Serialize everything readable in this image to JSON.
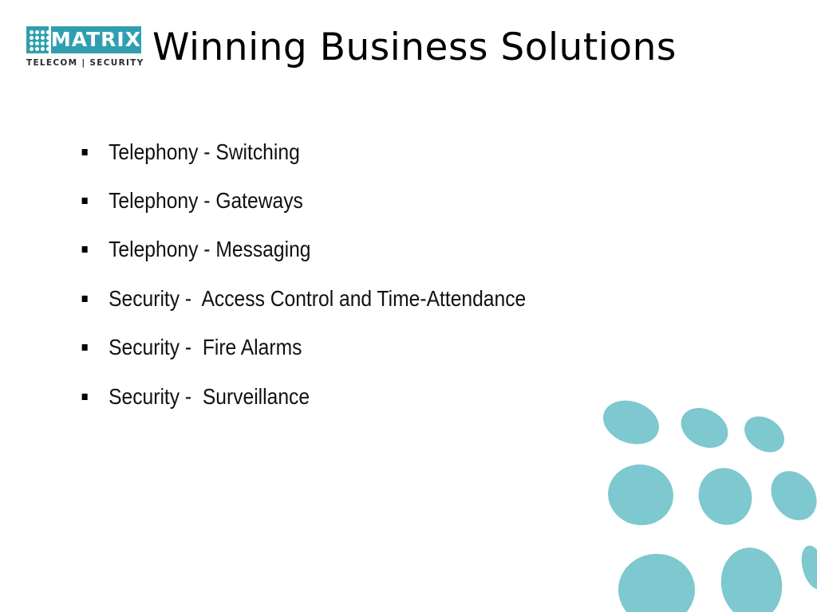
{
  "logo": {
    "brand": "MATRIX",
    "tagline": "TELECOM | SECURITY",
    "brand_color": "#2f9fb0"
  },
  "slide": {
    "title": "Winning Business Solutions",
    "bullets": [
      "Telephony - Switching",
      "Telephony - Gateways",
      "Telephony - Messaging",
      "Security -  Access Control and Time-Attendance",
      "Security -  Fire Alarms",
      "Security -  Surveillance"
    ]
  },
  "decoration": {
    "dot_color": "#7ec8cf"
  }
}
